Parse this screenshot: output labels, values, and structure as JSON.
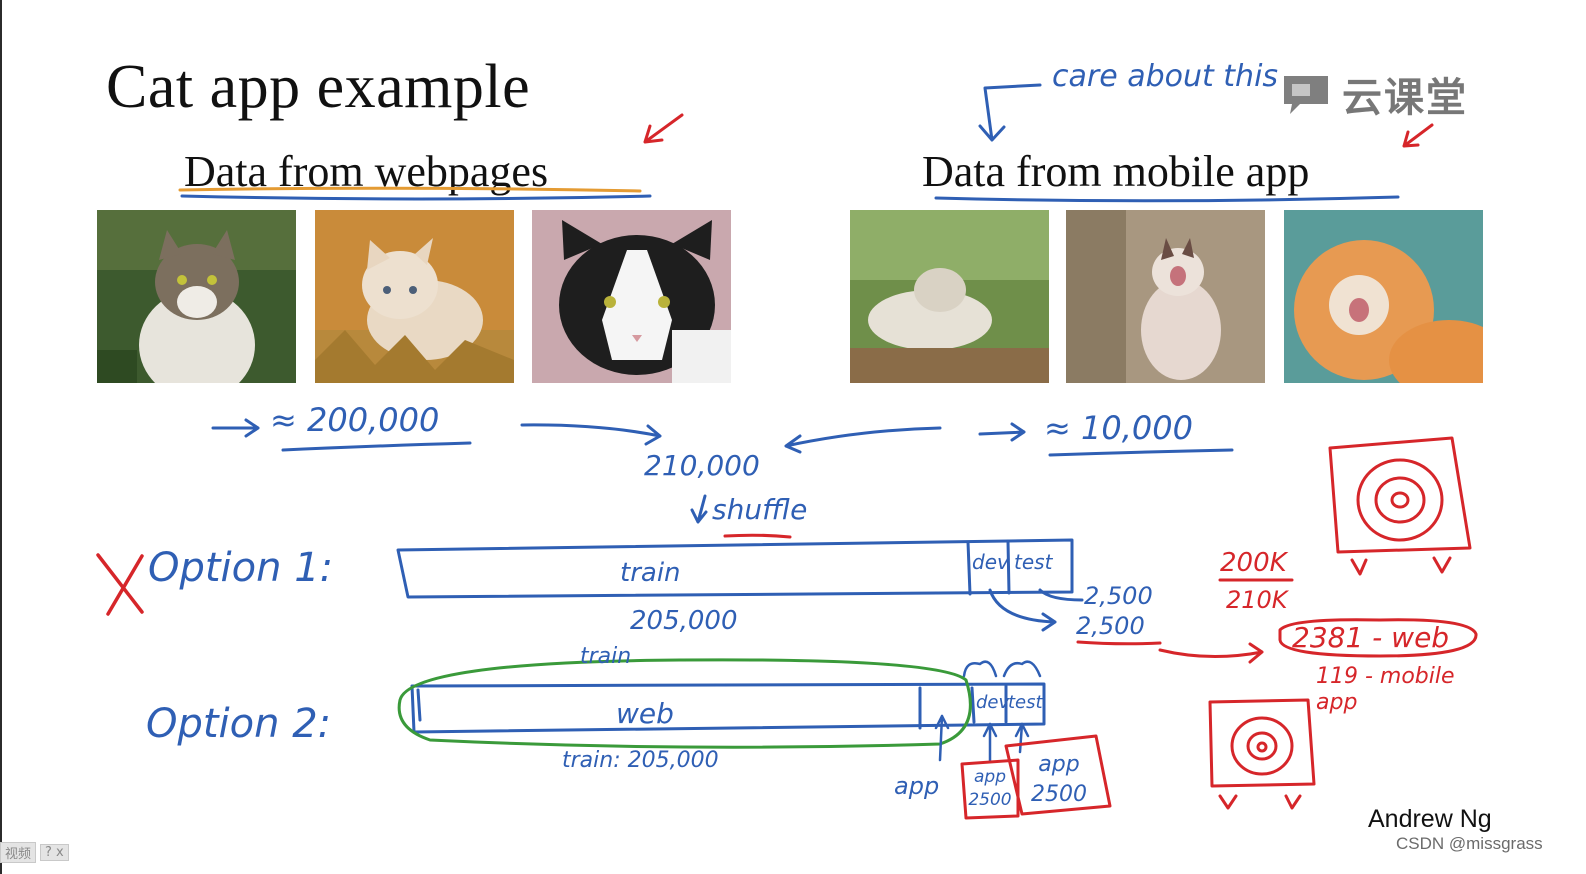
{
  "slide": {
    "title": "Cat app example",
    "heading_web": "Data from webpages",
    "heading_mobile": "Data from mobile app"
  },
  "annotations": {
    "care_about_this": "care about this",
    "web_count": "≈ 200,000",
    "mobile_count": "≈ 10,000",
    "total": "210,000",
    "shuffle": "shuffle",
    "option1_label": "Option 1:",
    "option1_train": "train",
    "option1_dev": "dev",
    "option1_test": "test",
    "option1_train_size": "205,000",
    "option1_dev_size": "2,500",
    "option1_test_size": "2,500",
    "ratio_top": "200K",
    "ratio_bottom": "210K",
    "web_in_dev": "2381 - web",
    "mobile_in_dev": "119 - mobile app",
    "option2_label": "Option 2:",
    "option2_train_top": "train",
    "option2_web": "web",
    "option2_train_size": "train: 205,000",
    "option2_app_left": "app",
    "option2_dev": "dev",
    "option2_test": "test",
    "option2_dev_box": "app 2500",
    "option2_test_box": "app 2500"
  },
  "footer": {
    "author": "Andrew Ng",
    "credit": "CSDN @missgrass",
    "brand": "云课堂",
    "player_label": "视频",
    "player_controls": "? x"
  },
  "colors": {
    "pen_blue": "#2f5fb4",
    "pen_red": "#d6262a",
    "pen_green": "#3a9a3a",
    "underline_orange": "#e49b33"
  },
  "icons": [
    "speech-bubble-icon",
    "target-icon"
  ]
}
